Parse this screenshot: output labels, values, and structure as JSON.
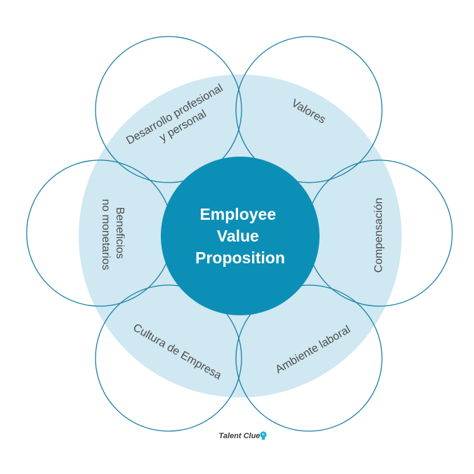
{
  "center": {
    "lines": [
      "Employee",
      "Value",
      "Proposition"
    ]
  },
  "petals": [
    {
      "id": "desarrollo",
      "lines": [
        "Desarrollo profesional",
        "y personal"
      ]
    },
    {
      "id": "valores",
      "lines": [
        "Valores"
      ]
    },
    {
      "id": "compensacion",
      "lines": [
        "Compensación"
      ]
    },
    {
      "id": "ambiente",
      "lines": [
        "Ambiente laboral"
      ]
    },
    {
      "id": "cultura",
      "lines": [
        "Cultura de Empresa"
      ]
    },
    {
      "id": "beneficios",
      "lines": [
        "Beneficios",
        "no monetarios"
      ]
    }
  ],
  "brand": {
    "name": "Talent Clue",
    "icon": "lightbulb-icon"
  },
  "colors": {
    "background_disc": "#cfe8f1",
    "center_disc": "#0c8fb7",
    "petal_outline": "#1a7fa6",
    "petal_text": "#4d4d4d",
    "center_text": "#ffffff",
    "brand_icon": "#1fb0d8"
  }
}
